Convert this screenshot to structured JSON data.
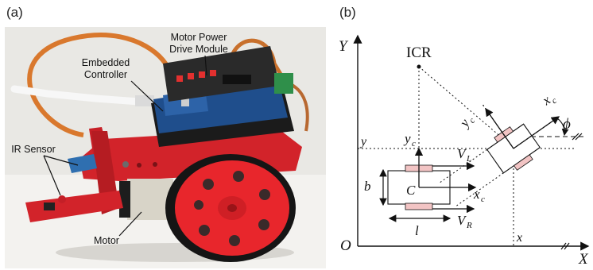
{
  "panels": {
    "a": "(a)",
    "b": "(b)"
  },
  "photo_labels": {
    "motor_power_line1": "Motor Power",
    "motor_power_line2": "Drive Module",
    "controller_line1": "Embedded",
    "controller_line2": "Controller",
    "ir_sensor": "IR Sensor",
    "motor": "Motor"
  },
  "diagram": {
    "y_axis": "Y",
    "x_axis": "X",
    "origin": "O",
    "icr": "ICR",
    "y_mark": "y",
    "x_mark": "x",
    "yc_robot": "y",
    "yc_sub": "c",
    "xc_robot": "x",
    "xc_sub": "c",
    "yc_rot": "y",
    "yc_rot_sub": "c",
    "xc_rot": "x",
    "xc_rot_sub": "c",
    "phi": "ϕ",
    "vl": "V",
    "vl_sub": "L",
    "vr": "V",
    "vr_sub": "R",
    "center": "C",
    "b": "b",
    "l": "l"
  },
  "colors": {
    "chassis_red": "#d2232a",
    "wheel_red": "#e8262c",
    "board_blue": "#1f4e8c",
    "wheel_pink": "#f2c4c4",
    "wire_orange": "#d9782d"
  }
}
